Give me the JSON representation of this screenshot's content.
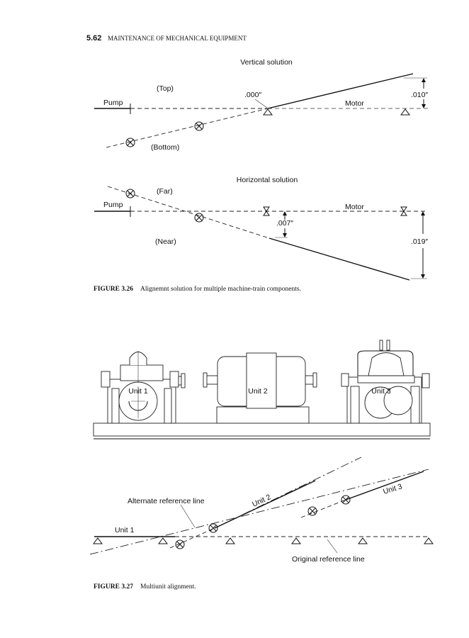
{
  "header": {
    "page_number": "5.62",
    "running_title": "MAINTENANCE OF MECHANICAL EQUIPMENT"
  },
  "figure_3_26": {
    "vertical": {
      "title": "Vertical solution",
      "top_label": "(Top)",
      "bottom_label": "(Bottom)",
      "pump_label": "Pump",
      "motor_label": "Motor",
      "reading_zero": ".000″",
      "reading_offset": ".010″"
    },
    "horizontal": {
      "title": "Horizontal solution",
      "far_label": "(Far)",
      "near_label": "(Near)",
      "pump_label": "Pump",
      "motor_label": "Motor",
      "reading_near": ".007″",
      "reading_far": ".019″"
    },
    "caption_label": "FIGURE 3.26",
    "caption_text": "Alignemnt solution for multiple machine-train components."
  },
  "figure_3_27": {
    "units": [
      "Unit 1",
      "Unit 2",
      "Unit 3"
    ],
    "plot": {
      "unit1": "Unit 1",
      "unit2": "Unit 2",
      "unit3": "Unit 3",
      "alternate": "Alternate reference line",
      "original": "Original reference line"
    },
    "caption_label": "FIGURE 3.27",
    "caption_text": "Multiunit alignment."
  }
}
